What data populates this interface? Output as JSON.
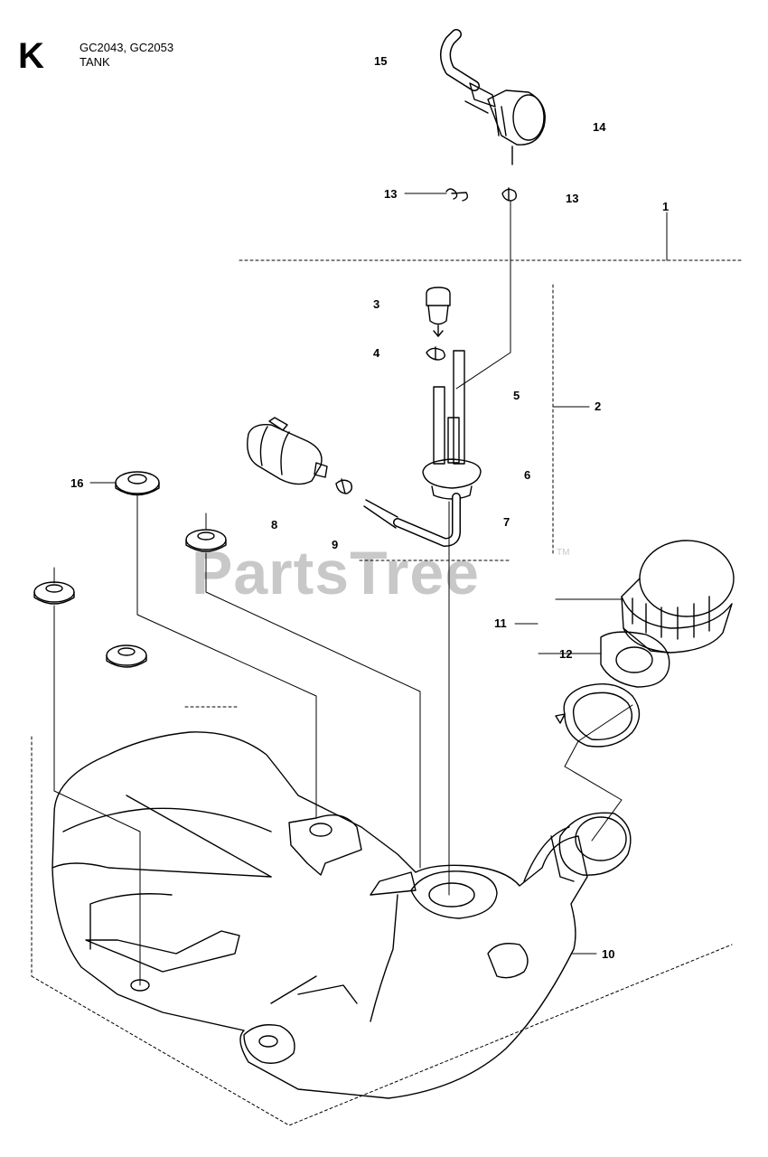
{
  "header": {
    "section_letter": "K",
    "models": "GC2043, GC2053",
    "section_name": "TANK"
  },
  "callouts": [
    {
      "id": "c15",
      "label": "15"
    },
    {
      "id": "c14",
      "label": "14"
    },
    {
      "id": "c13a",
      "label": "13"
    },
    {
      "id": "c13b",
      "label": "13"
    },
    {
      "id": "c1",
      "label": "1"
    },
    {
      "id": "c3",
      "label": "3"
    },
    {
      "id": "c4",
      "label": "4"
    },
    {
      "id": "c5",
      "label": "5"
    },
    {
      "id": "c2",
      "label": "2"
    },
    {
      "id": "c6",
      "label": "6"
    },
    {
      "id": "c16",
      "label": "16"
    },
    {
      "id": "c8",
      "label": "8"
    },
    {
      "id": "c7",
      "label": "7"
    },
    {
      "id": "c9",
      "label": "9"
    },
    {
      "id": "c11",
      "label": "11"
    },
    {
      "id": "c12",
      "label": "12"
    },
    {
      "id": "c10",
      "label": "10"
    }
  ],
  "watermark": {
    "text": "PartsTree",
    "tm": "TM"
  },
  "colors": {
    "line": "#000000",
    "watermark": "#c8c8c8"
  }
}
